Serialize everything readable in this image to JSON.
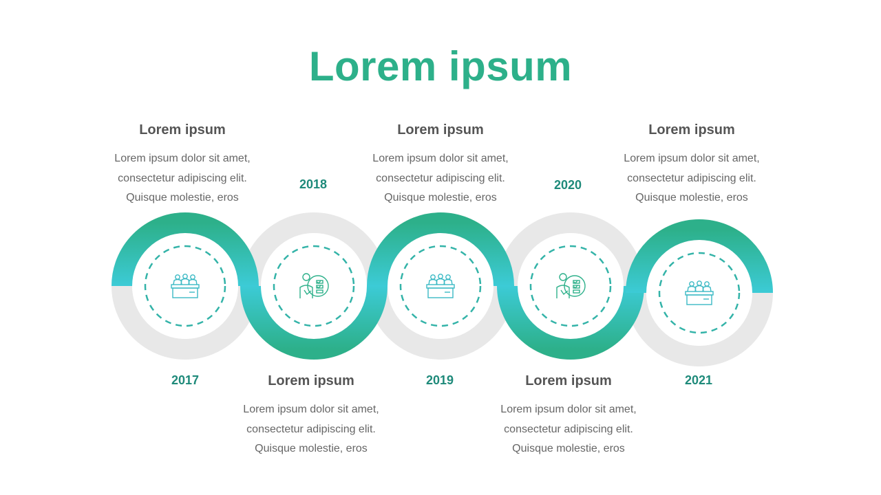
{
  "title": "Lorem ipsum",
  "colors": {
    "accent": "#2db08a",
    "accent_light": "#3ccbd6",
    "year": "#1e8a7a",
    "track_gray": "#e8e8e8",
    "text": "#555555"
  },
  "milestones": [
    {
      "year": "2017",
      "icon": "meeting-table-icon",
      "heading": "Lorem ipsum",
      "lines": [
        "Lorem ipsum dolor sit amet,",
        "consectetur adipiscing elit.",
        "Quisque molestie, eros"
      ]
    },
    {
      "year": "2018",
      "icon": "person-checklist-icon",
      "heading": "Lorem ipsum",
      "lines": [
        "Lorem ipsum dolor sit amet,",
        "consectetur adipiscing elit.",
        "Quisque molestie, eros"
      ]
    },
    {
      "year": "2019",
      "icon": "meeting-table-icon",
      "heading": "Lorem ipsum",
      "lines": [
        "Lorem ipsum dolor sit amet,",
        "consectetur adipiscing elit.",
        "Quisque molestie, eros"
      ]
    },
    {
      "year": "2020",
      "icon": "person-checklist-icon",
      "heading": "Lorem ipsum",
      "lines": [
        "Lorem ipsum dolor sit amet,",
        "consectetur adipiscing elit.",
        "Quisque molestie, eros"
      ]
    },
    {
      "year": "2021",
      "icon": "meeting-table-icon",
      "heading": "Lorem ipsum",
      "lines": [
        "Lorem ipsum dolor sit amet,",
        "consectetur adipiscing elit.",
        "Quisque molestie, eros"
      ]
    }
  ]
}
